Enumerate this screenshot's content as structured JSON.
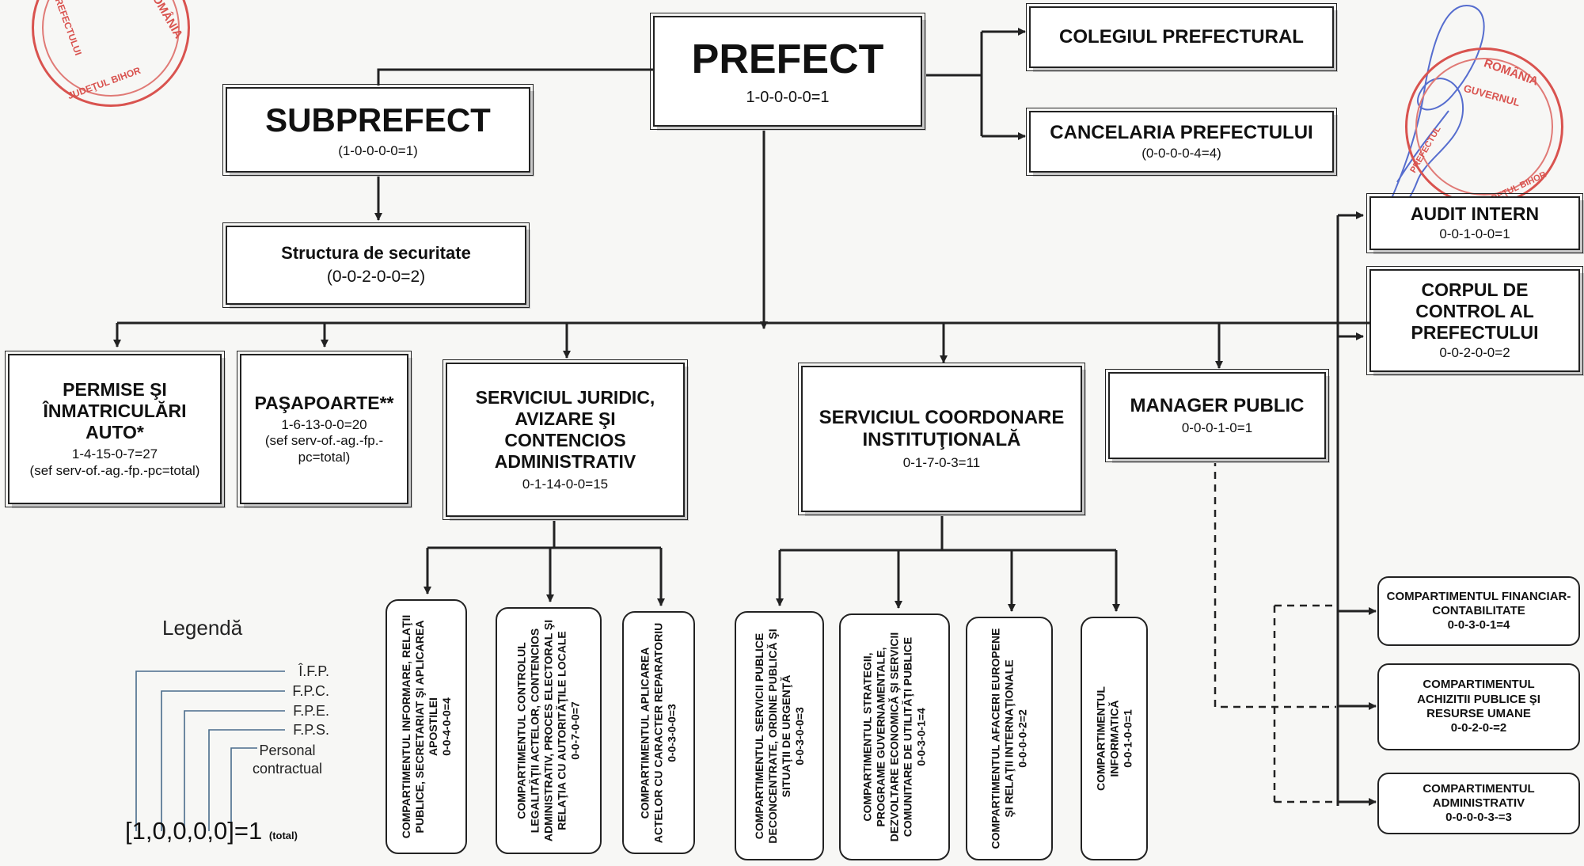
{
  "colors": {
    "line": "#222222",
    "stamp": "#d9534f",
    "signature": "#3a55c8",
    "legend_line": "#4a6c8c"
  },
  "prefect": {
    "title": "PREFECT",
    "code": "1-0-0-0-0=1"
  },
  "subprefect": {
    "title": "SUBPREFECT",
    "code": "(1-0-0-0-0=1)"
  },
  "securitate": {
    "title": "Structura de securitate",
    "code": "(0-0-2-0-0=2)"
  },
  "colegiul": {
    "title": "COLEGIUL PREFECTURAL"
  },
  "cancelaria": {
    "title": "CANCELARIA PREFECTULUI",
    "code": "(0-0-0-0-4=4)"
  },
  "audit": {
    "title": "AUDIT INTERN",
    "code": "0-0-1-0-0=1"
  },
  "corpul": {
    "title": "CORPUL DE CONTROL AL PREFECTULUI",
    "code": "0-0-2-0-0=2"
  },
  "permise": {
    "title": "PERMISE ŞI ÎNMATRICULĂRI AUTO*",
    "code": "1-4-15-0-7=27",
    "note": "(sef serv-of.-ag.-fp.-pc=total)"
  },
  "pasapoarte": {
    "title": "PAŞAPOARTE**",
    "code": "1-6-13-0-0=20",
    "note": "(sef serv-of.-ag.-fp.-pc=total)"
  },
  "juridic": {
    "title": "SERVICIUL JURIDIC, AVIZARE ŞI CONTENCIOS ADMINISTRATIV",
    "code": "0-1-14-0-0=15"
  },
  "coordonare": {
    "title": "SERVICIUL COORDONARE INSTITUŢIONALĂ",
    "code": "0-1-7-0-3=11"
  },
  "manager": {
    "title": "MANAGER PUBLIC",
    "code": "0-0-0-1-0=1"
  },
  "juridic_comps": [
    {
      "text": "COMPARTIMENTUL INFORMARE, RELAŢII PUBLICE, SECRETARIAT ŞI APLICAREA APOSTILEI",
      "code": "0-0-4-0-0=4"
    },
    {
      "text": "COMPARTIMENTUL CONTROLUL LEGALITĂŢII ACTELOR, CONTENCIOS ADMINISTRATIV, PROCES ELECTORAL ŞI RELAŢIA CU AUTORITĂŢILE LOCALE",
      "code": "0-0-7-0-0=7"
    },
    {
      "text": "COMPARTIMENTUL APLICAREA ACTELOR CU CARACTER REPARATORIU",
      "code": "0-0-3-0-0=3"
    }
  ],
  "coord_comps": [
    {
      "text": "COMPARTIMENTUL SERVICII PUBLICE DECONCENTRATE, ORDINE PUBLICĂ ŞI SITUAŢII DE URGENŢĂ",
      "code": "0-0-3-0-0=3"
    },
    {
      "text": "COMPARTIMENTUL STRATEGII, PROGRAME GUVERNAMENTALE, DEZVOLTARE ECONOMICĂ ŞI SERVICII COMUNITARE DE UTILITĂŢI PUBLICE",
      "code": "0-0-3-0-1=4"
    },
    {
      "text": "COMPARTIMENTUL AFACERI EUROPENE ŞI RELAŢII INTERNAŢIONALE",
      "code": "0-0-0-0-2=2"
    },
    {
      "text": "COMPARTIMENTUL INFORMATICĂ",
      "code": "0-0-1-0-0=1"
    }
  ],
  "manager_comps": [
    {
      "text": "COMPARTIMENTUL FINANCIAR-CONTABILITATE",
      "code": "0-0-3-0-1=4"
    },
    {
      "text": "COMPARTIMENTUL ACHIZITII PUBLICE ŞI RESURSE UMANE",
      "code": "0-0-2-0-=2"
    },
    {
      "text": "COMPARTIMENTUL ADMINISTRATIV",
      "code": "0-0-0-0-3-=3"
    }
  ],
  "legend": {
    "title": "Legendă",
    "items": [
      "Î.F.P.",
      "F.P.C.",
      "F.P.E.",
      "F.P.S.",
      "Personal contractual"
    ],
    "formula": "[1,0,0,0,0]=1",
    "formula_note": "(total)"
  },
  "stamp_left": {
    "top": "ROMÂNIA",
    "bottom": "JUDEŢUL BIHOR",
    "side": "PREFECTULUI"
  },
  "stamp_right": {
    "top": "ROMÂNIA",
    "middle": "GUVERNUL",
    "bottom": "JUDEŢUL BIHOR",
    "side": "PREFECTUL"
  }
}
